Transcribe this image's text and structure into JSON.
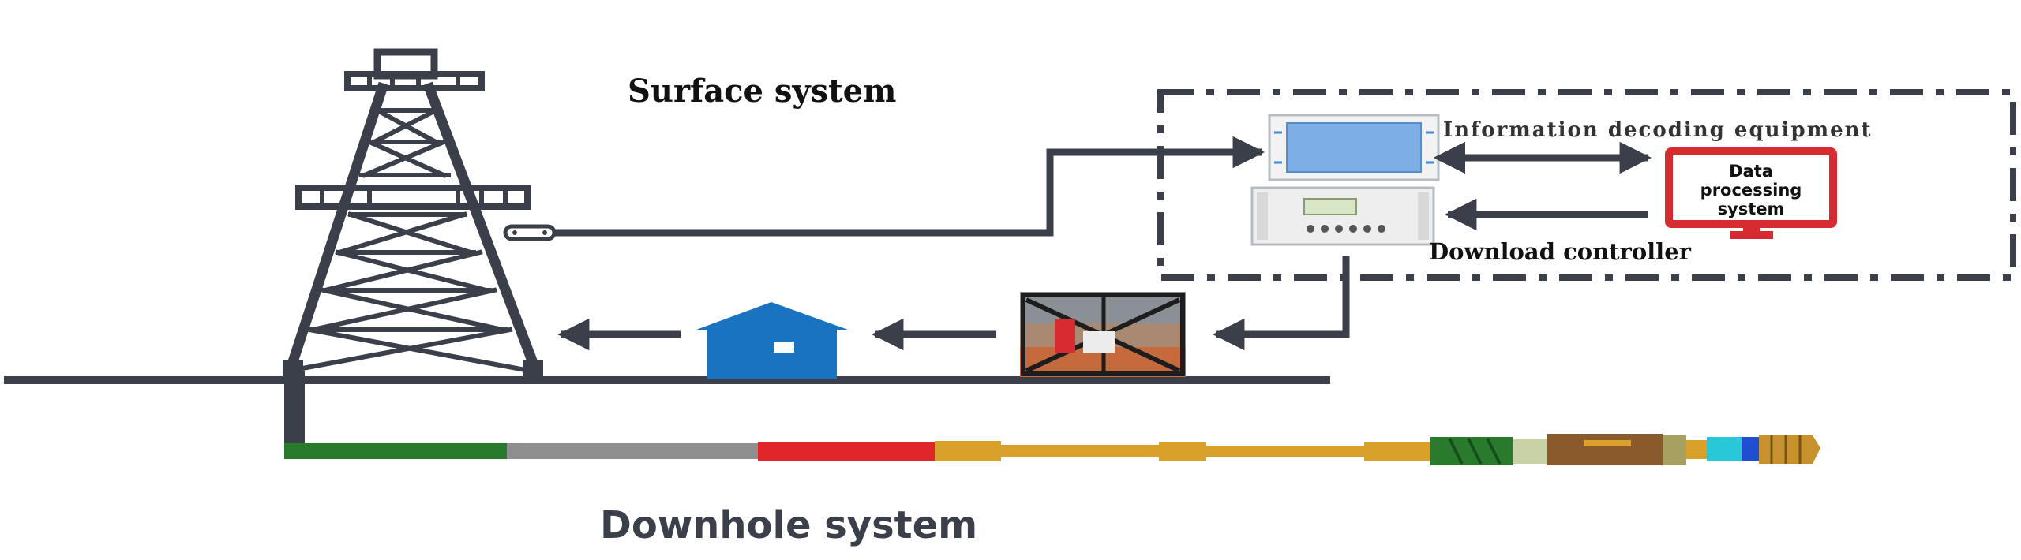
{
  "labels": {
    "surface_system": "Surface system",
    "downhole_system": "Downhole system",
    "information_decoding_equipment": "Information decoding equipment",
    "data_processing_system": "Data processing system",
    "download_controller": "Download controller"
  },
  "colors": {
    "dark": "#3b3f4a",
    "house_blue": "#1a73c1",
    "monitor_red": "#d62b30",
    "screen_blue": "#7eaee6",
    "tool_green": "#2a7a2e",
    "tool_gray": "#8f8f8f",
    "tool_red": "#e0262b",
    "tool_gold": "#d9a12a",
    "tool_brown": "#8a5a2c",
    "tool_cyan": "#29c8d8",
    "tool_blue": "#1f4fd0"
  }
}
